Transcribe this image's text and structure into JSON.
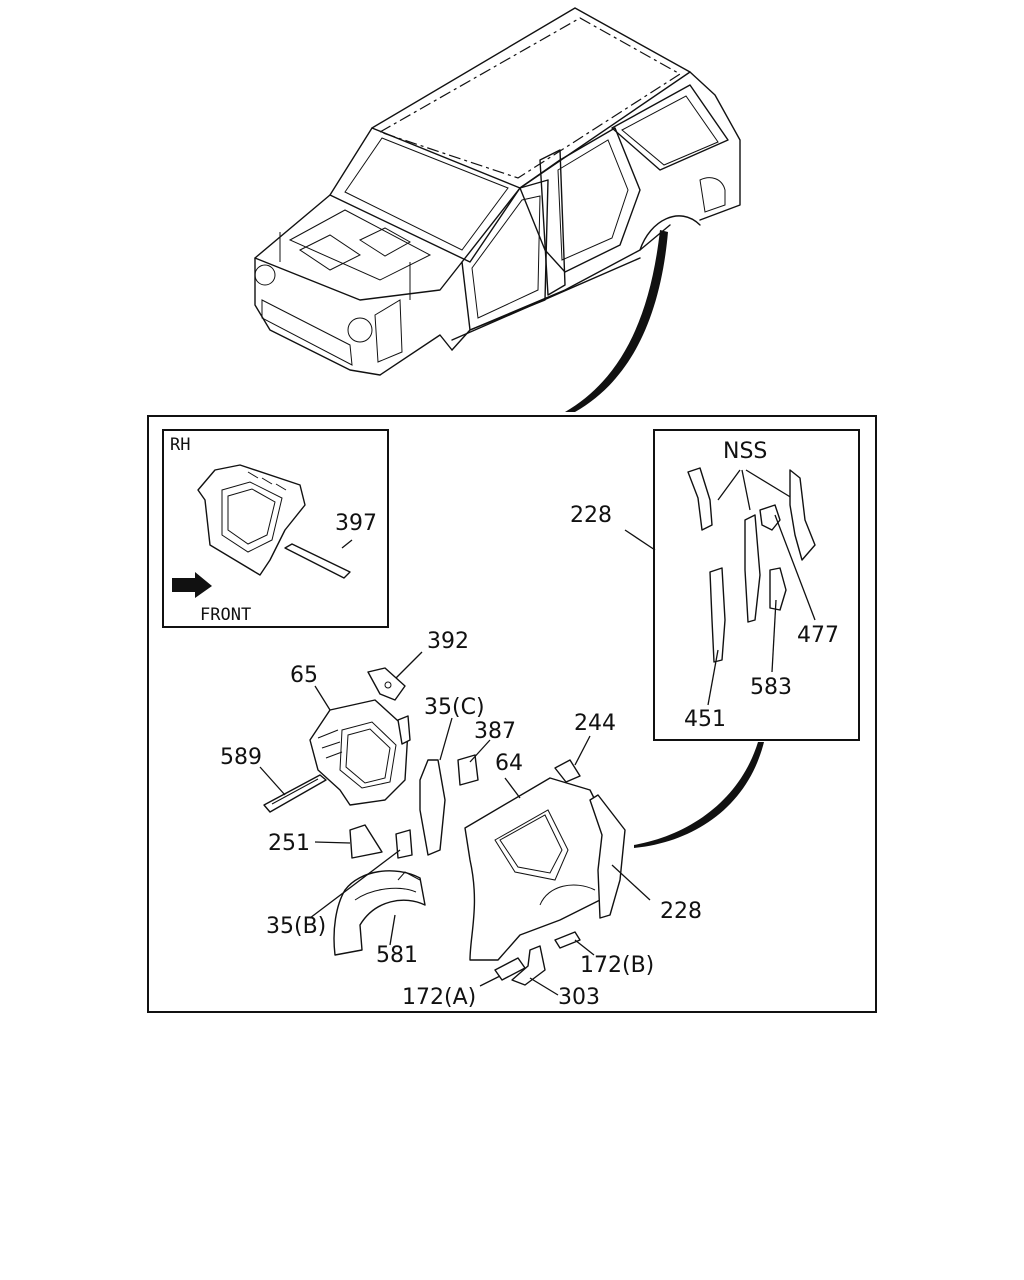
{
  "diagram": {
    "inset_rh": {
      "label": "RH",
      "direction_label": "FRONT"
    },
    "inset_nss": {
      "label": "NSS"
    },
    "callouts": [
      {
        "id": "c397",
        "text": "397"
      },
      {
        "id": "c392",
        "text": "392"
      },
      {
        "id": "c65",
        "text": "65"
      },
      {
        "id": "c35c",
        "text": "35(C)"
      },
      {
        "id": "c387",
        "text": "387"
      },
      {
        "id": "c244",
        "text": "244"
      },
      {
        "id": "c64",
        "text": "64"
      },
      {
        "id": "c589",
        "text": "589"
      },
      {
        "id": "c251",
        "text": "251"
      },
      {
        "id": "c35b",
        "text": "35(B)"
      },
      {
        "id": "c581",
        "text": "581"
      },
      {
        "id": "c228a",
        "text": "228"
      },
      {
        "id": "c228b",
        "text": "228"
      },
      {
        "id": "c172b",
        "text": "172(B)"
      },
      {
        "id": "c172a",
        "text": "172(A)"
      },
      {
        "id": "c303",
        "text": "303"
      },
      {
        "id": "c477",
        "text": "477"
      },
      {
        "id": "c583",
        "text": "583"
      },
      {
        "id": "c451",
        "text": "451"
      }
    ]
  }
}
